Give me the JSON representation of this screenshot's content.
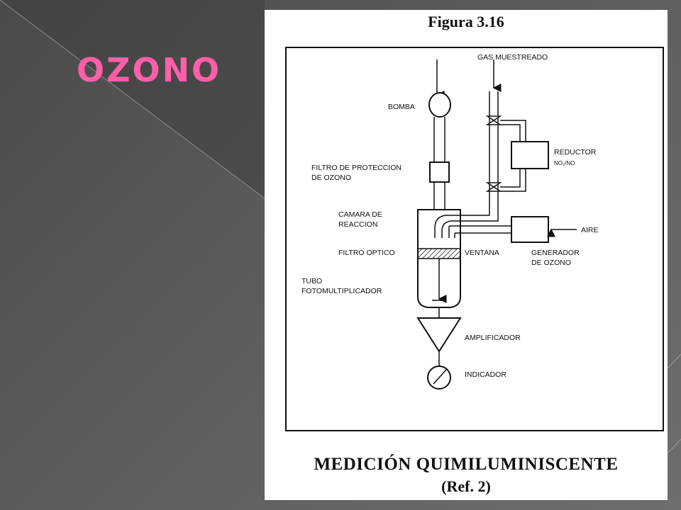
{
  "slide": {
    "title": "OZONO",
    "title_color": "#ff5fa8"
  },
  "figure": {
    "title": "Figura 3.16",
    "caption_line1": "MEDICIÓN QUIMILUMINISCENTE",
    "caption_line2": "(Ref. 2)",
    "labels": {
      "gas_muestreado": "GAS MUESTREADO",
      "bomba": "BOMBA",
      "reductor": "REDUCTOR",
      "reductor_sub": "NO₂/NO",
      "filtro_proteccion_1": "FILTRO DE PROTECCION",
      "filtro_proteccion_2": "DE OZONO",
      "camara_1": "CAMARA DE",
      "camara_2": "REACCION",
      "aire": "AIRE",
      "filtro_optico": "FILTRO OPTICO",
      "ventana": "VENTANA",
      "generador_1": "GENERADOR",
      "generador_2": "DE OZONO",
      "tubo_1": "TUBO",
      "tubo_2": "FOTOMULTIPLICADOR",
      "amplificador": "AMPLIFICADOR",
      "indicador": "INDICADOR"
    }
  }
}
